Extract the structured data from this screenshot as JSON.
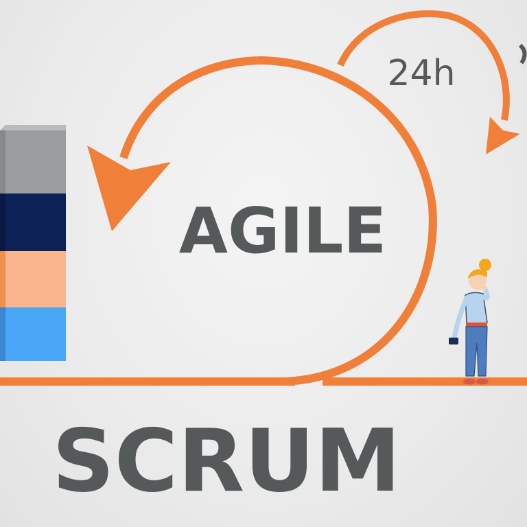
{
  "diagram": {
    "center_label": "AGILE",
    "cycle_label": "24h",
    "bottom_label": "SCRUM"
  },
  "colors": {
    "accent": "#f07f3a",
    "text": "#56595a",
    "background": "#ececec",
    "stack": [
      "#9a9c9f",
      "#0c2257",
      "#f9b58e",
      "#4aa6f6"
    ]
  },
  "backlog_stack": {
    "layers": [
      "gray",
      "navy",
      "peach",
      "blue"
    ]
  },
  "figure": {
    "description_icon": "thinking-person-icon"
  }
}
